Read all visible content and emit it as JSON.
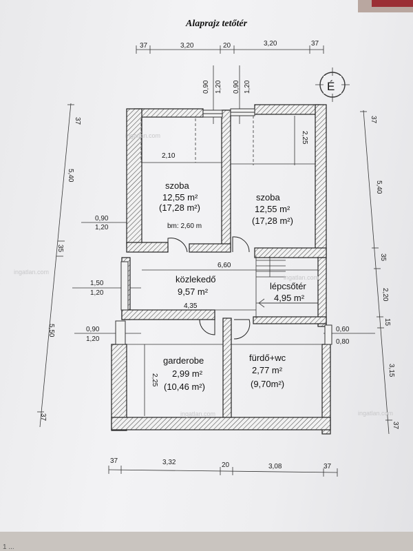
{
  "title": "Alaprajz tetőtér",
  "north": "É",
  "watermark": "ingatlan.com",
  "footer": "1 ...",
  "dims": {
    "top_a": "37",
    "top_b": "3,20",
    "top_c": "20",
    "top_d": "3,20",
    "top_e": "37",
    "win1a": "0,90",
    "win1b": "1,20",
    "win2a": "0,90",
    "win2b": "1,20",
    "left_a": "37",
    "left_b": "5,40",
    "left_c": "35",
    "left_d": "5,50",
    "left_e": "37",
    "right_a": "37",
    "right_b": "5,40",
    "right_c": "35",
    "right_d": "2,20",
    "right_e": "15",
    "right_f": "3,15",
    "right_g": "37",
    "lw1a": "0,90",
    "lw1b": "1,20",
    "lw2a": "1,50",
    "lw2b": "1,20",
    "lw3a": "0,90",
    "lw3b": "1,20",
    "rw1a": "0,60",
    "rw1b": "0,80",
    "bot_a": "37",
    "bot_b": "3,32",
    "bot_c": "20",
    "bot_d": "3,08",
    "bot_e": "37",
    "inner_210": "2,10",
    "inner_225a": "2,25",
    "inner_225b": "2,25",
    "inner_660": "6,60",
    "inner_435": "4,35"
  },
  "rooms": {
    "szoba1": {
      "name": "szoba",
      "area": "12,55 m²",
      "floor": "(17,28 m²)",
      "note": "bm: 2,60 m"
    },
    "szoba2": {
      "name": "szoba",
      "area": "12,55 m²",
      "floor": "(17,28 m²)"
    },
    "kozlekedo": {
      "name": "közlekedő",
      "area": "9,57 m²"
    },
    "lepcsoter": {
      "name": "lépcsőtér",
      "area": "4,95 m²"
    },
    "garderobe": {
      "name": "garderobe",
      "area": "2,99 m²",
      "floor": "(10,46 m²)"
    },
    "furdo": {
      "name": "fürdő+wc",
      "area": "2,77 m²",
      "floor": "(9,70m²)"
    }
  }
}
